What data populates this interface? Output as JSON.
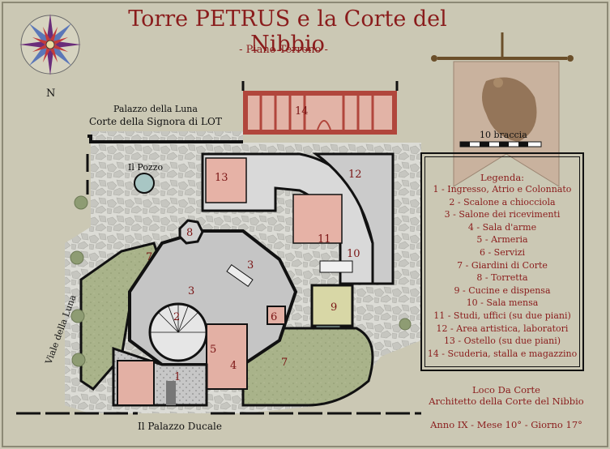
{
  "header": {
    "title": "Torre PETRUS e la Corte del Nibbio",
    "subtitle": "- Piano Terreno -"
  },
  "compass": {
    "north_label": "N",
    "icon": "compass-rose-icon"
  },
  "banner": {
    "icon": "hawk-banner-icon"
  },
  "scale": {
    "label": "10 braccia"
  },
  "places": {
    "palazzo_luna": "Palazzo della Luna",
    "corte_signora": "Corte della Signora di LOT",
    "pozzo": "Il Pozzo",
    "viale": "Viale della Luna",
    "palazzo_ducale": "Il Palazzo Ducale"
  },
  "room_numbers": {
    "r1": "1",
    "r2": "2",
    "r3a": "3",
    "r3b": "3",
    "r4": "4",
    "r5": "5",
    "r6": "6",
    "r7a": "7",
    "r7b": "7",
    "r8": "8",
    "r9": "9",
    "r10": "10",
    "r11": "11",
    "r12": "12",
    "r13": "13",
    "r14": "14"
  },
  "legend": {
    "title": "Legenda:",
    "items": [
      "1 - Ingresso, Atrio e Colonnato",
      "2 - Scalone a chiocciola",
      "3 - Salone dei ricevimenti",
      "4 - Sala d'arme",
      "5 - Armeria",
      "6 - Servizi",
      "7 - Giardini di Corte",
      "8 - Torretta",
      "9 - Cucine e dispensa",
      "10 - Sala mensa",
      "11 - Studi, uffici (su due piani)",
      "12 - Area artistica, laboratori",
      "13 - Ostello (su due piani)",
      "14 - Scuderia, stalla e magazzino"
    ]
  },
  "credits": {
    "line1": "Loco Da Corte",
    "line2": "Architetto della Corte del Nibbio",
    "date": "Anno IX - Mese 10° - Giorno 17°"
  }
}
